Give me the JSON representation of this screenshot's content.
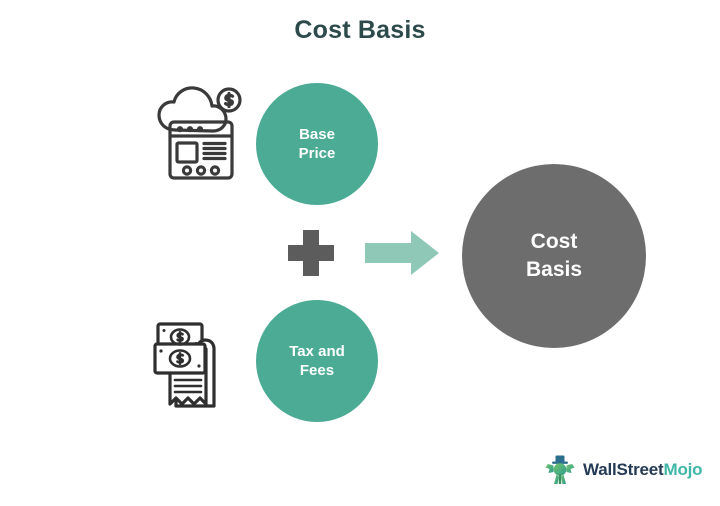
{
  "page": {
    "title": "Cost Basis",
    "background_color": "#ffffff"
  },
  "colors": {
    "title_text": "#2c4a4b",
    "circle_teal": "#4cab94",
    "circle_gray": "#6d6d6d",
    "arrow_teal": "#8fc8b6",
    "plus_gray": "#5c5c5c",
    "icon_outline": "#3a3a3a",
    "brand_dark": "#253a55",
    "brand_teal": "#3fb6a8"
  },
  "diagram": {
    "inputs": [
      {
        "icon_name": "cloud-browser-dollar-icon",
        "circle_label_line1": "Base",
        "circle_label_line2": "Price"
      },
      {
        "icon_name": "money-receipt-icon",
        "circle_label_line1": "Tax and",
        "circle_label_line2": "Fees"
      }
    ],
    "operator": {
      "symbol_name": "plus-icon",
      "symbol": "+"
    },
    "connector": {
      "icon_name": "arrow-right-icon"
    },
    "result": {
      "label_line1": "Cost",
      "label_line2": "Basis"
    }
  },
  "brand": {
    "name_part_a": "WallStreet",
    "name_part_b": "Mojo",
    "mark_name": "wallstreetmojo-bull-icon"
  }
}
